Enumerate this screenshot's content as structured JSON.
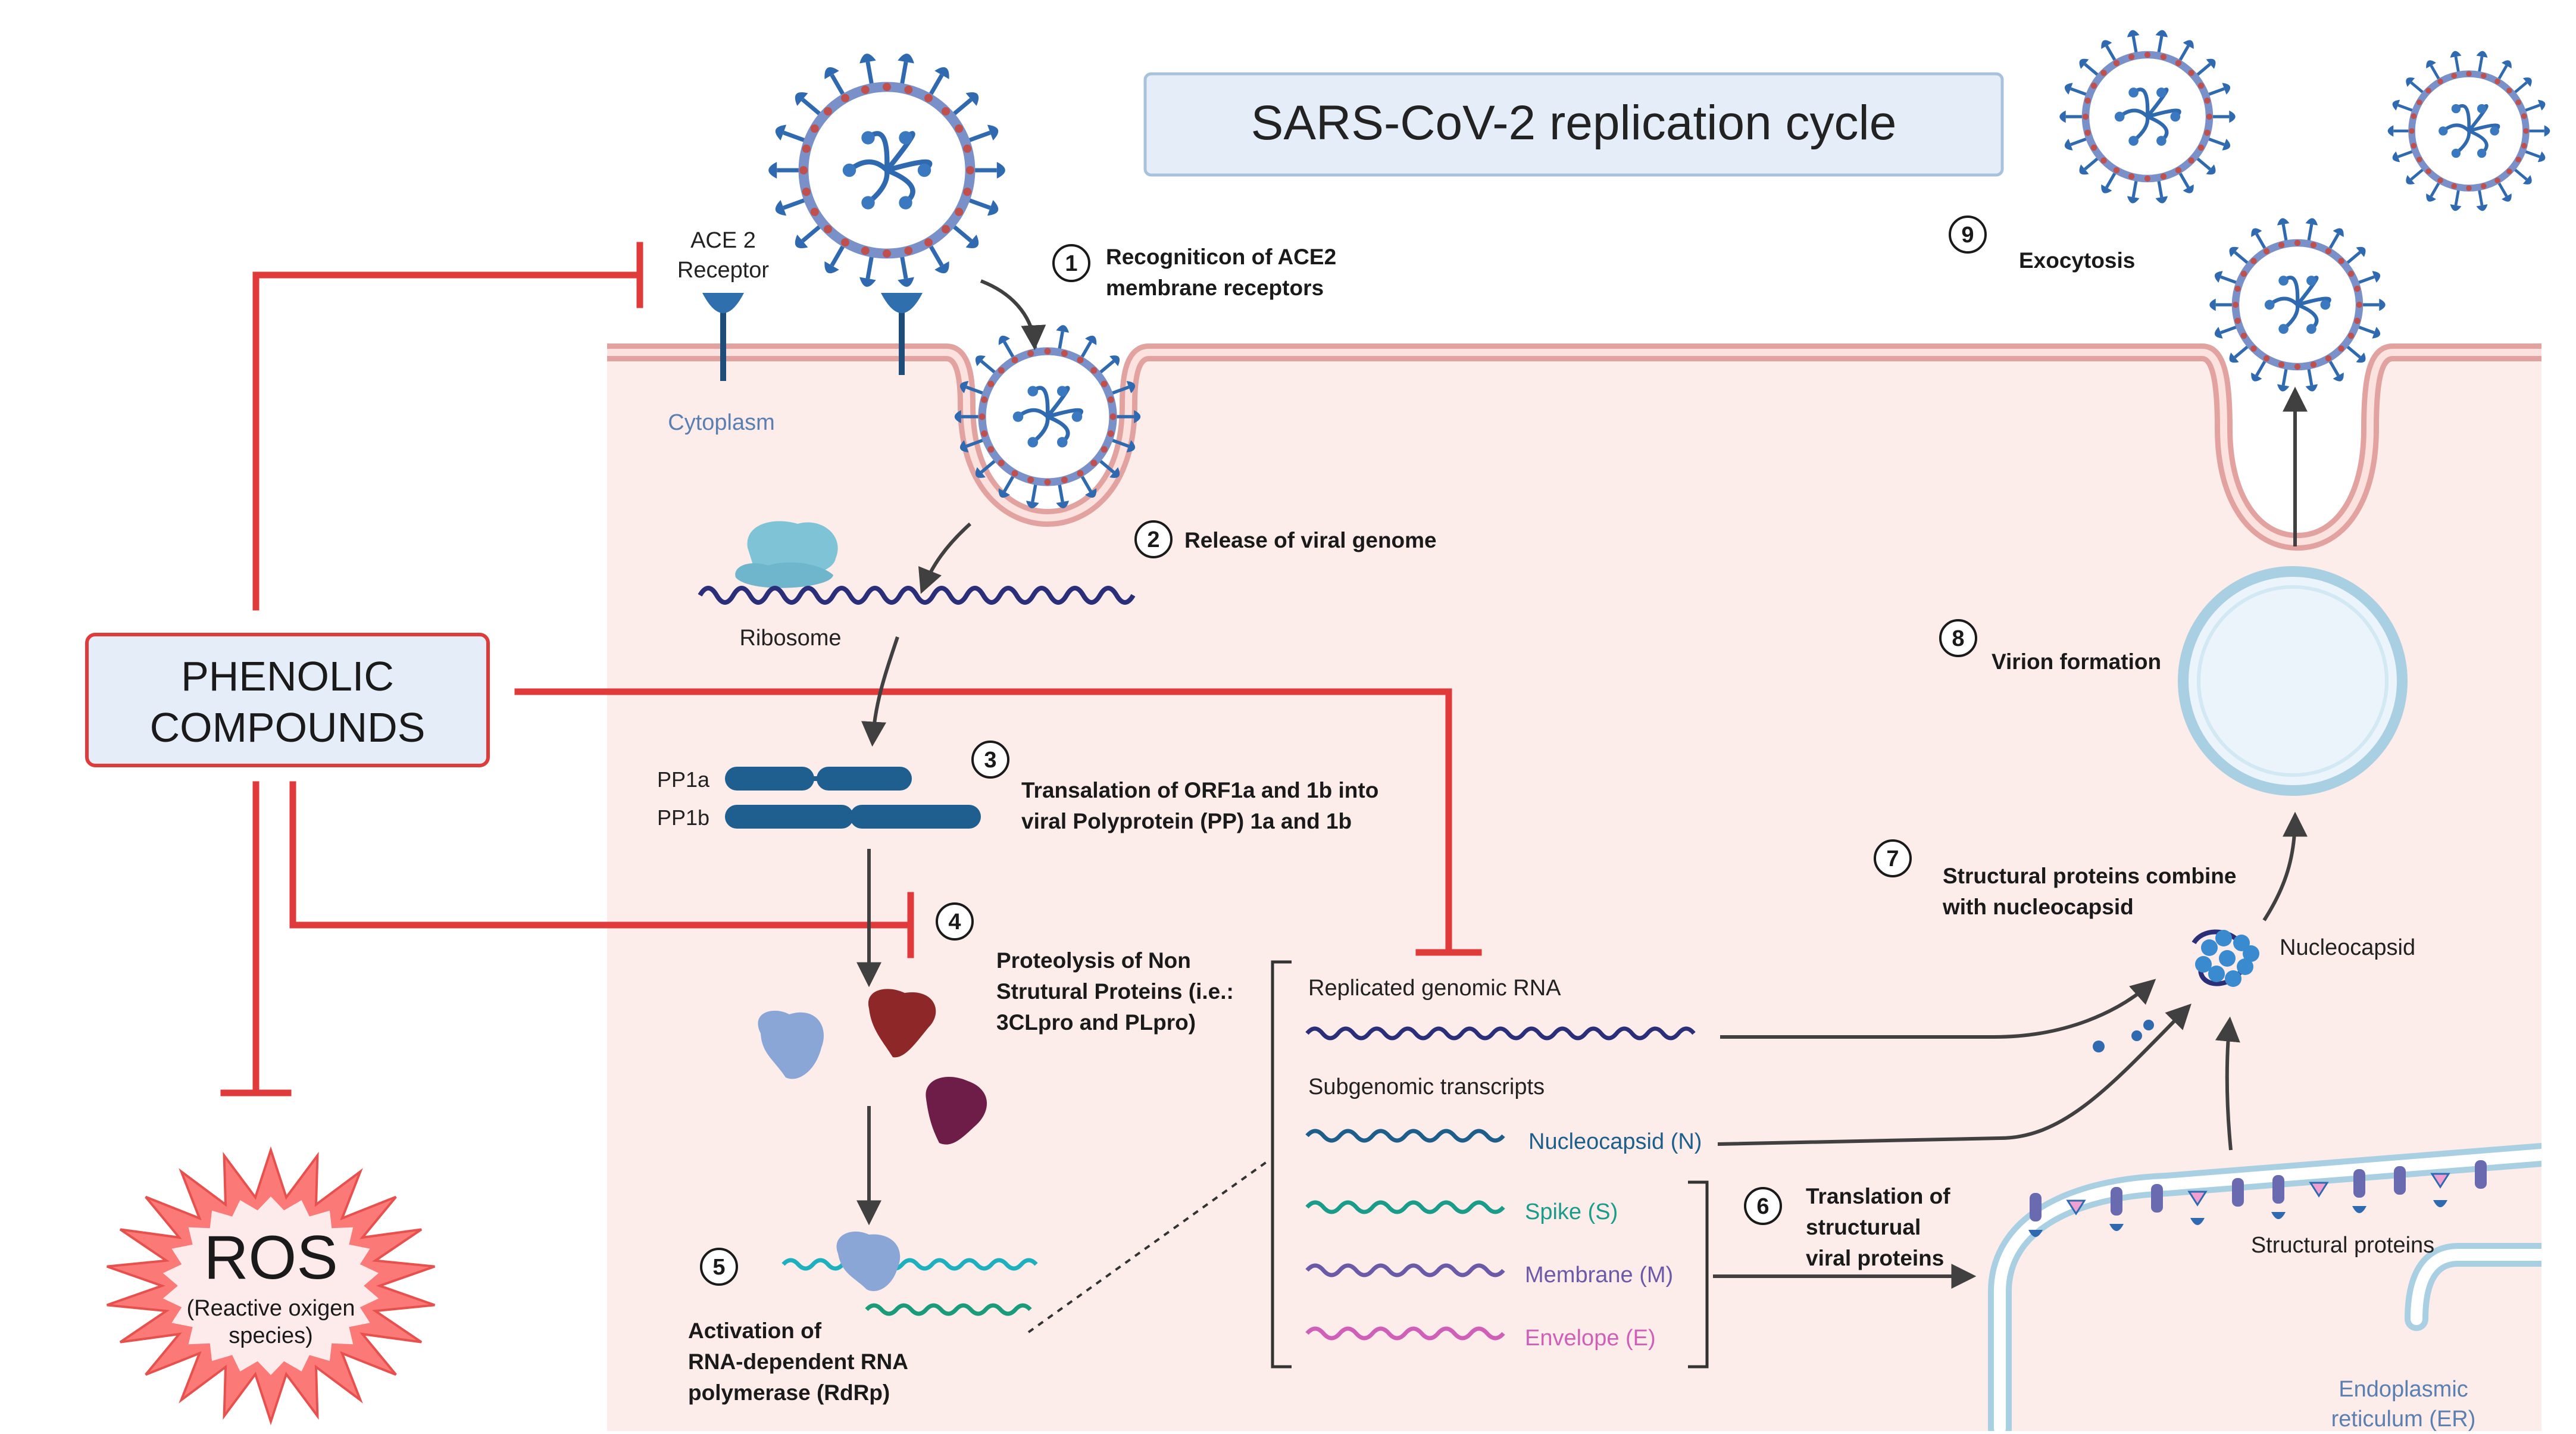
{
  "title": "SARS-CoV-2 replication cycle",
  "colors": {
    "inhibitor_red": "#e03a3a",
    "cytoplasm_fill": "#fcecea",
    "membrane": "#e2a2a0",
    "ribosome": "#7fc3d6",
    "polyprotein": "#1f5f8f",
    "protein_blue": "#8aa6d6",
    "protein_darkred": "#8e2828",
    "protein_purple": "#6e1c48",
    "rna_navy": "#2b2e78",
    "rna_nucleocapsid": "#1d5f8a",
    "rna_spike": "#1a9c8a",
    "rna_membrane": "#6a5aa8",
    "rna_envelope": "#d05fb8",
    "virion_spike": "#2f6ab0",
    "vesicle": "#a9cfe2"
  },
  "labels": {
    "ace2_line1": "ACE 2",
    "ace2_line2": "Receptor",
    "cytoplasm": "Cytoplasm",
    "ribosome": "Ribosome",
    "pp1a": "PP1a",
    "pp1b": "PP1b",
    "phenolic_line1": "PHENOLIC",
    "phenolic_line2": "COMPOUNDS",
    "ros": "ROS",
    "ros_sub1": "(Reactive oxigen",
    "ros_sub2": "species)",
    "replicated_rna": "Replicated genomic RNA",
    "subgenomic": "Subgenomic transcripts",
    "nucleocapsid_n": "Nucleocapsid (N)",
    "spike_s": "Spike (S)",
    "membrane_m": "Membrane (M)",
    "envelope_e": "Envelope (E)",
    "nucleocapsid": "Nucleocapsid",
    "structural_proteins": "Structural proteins",
    "er_line1": "Endoplasmic",
    "er_line2": "reticulum (ER)"
  },
  "steps": [
    {
      "num": "1",
      "lines": [
        "Recogniticon of ACE2",
        "membrane receptors"
      ]
    },
    {
      "num": "2",
      "lines": [
        "Release of viral genome"
      ]
    },
    {
      "num": "3",
      "lines": [
        "Transalation of ORF1a and 1b  into",
        "viral Polyprotein (PP) 1a and 1b"
      ]
    },
    {
      "num": "4",
      "lines": [
        "Proteolysis of Non",
        "Strutural Proteins (i.e.:",
        "3CLpro and PLpro)"
      ]
    },
    {
      "num": "5",
      "lines": [
        "Activation of",
        "RNA-dependent RNA",
        "polymerase (RdRp)"
      ]
    },
    {
      "num": "6",
      "lines": [
        "Translation of",
        "structurual",
        "viral proteins"
      ]
    },
    {
      "num": "7",
      "lines": [
        "Structural proteins combine",
        "with nucleocapsid"
      ]
    },
    {
      "num": "8",
      "lines": [
        "Virion formation"
      ]
    },
    {
      "num": "9",
      "lines": [
        "Exocytosis"
      ]
    }
  ]
}
